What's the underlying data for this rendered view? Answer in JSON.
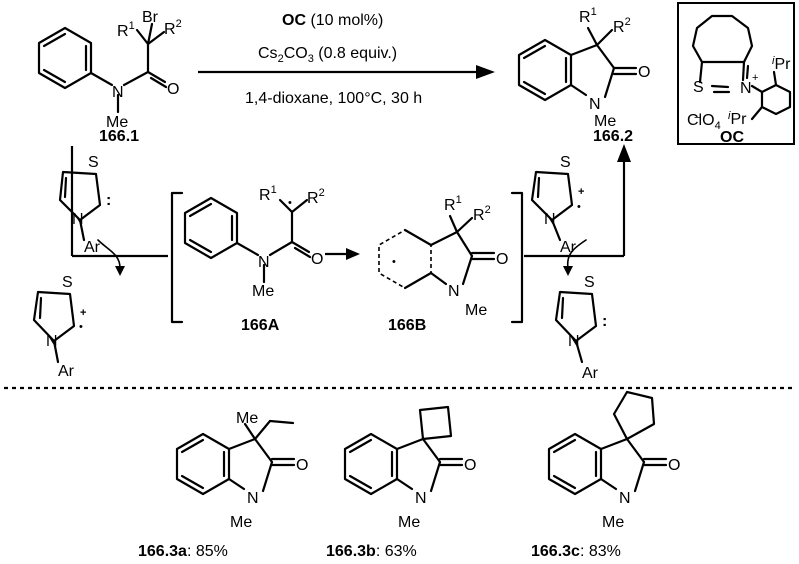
{
  "reaction": {
    "catalyst_name": "OC",
    "catalyst_loading": " (10 mol%)",
    "base_pre": "Cs",
    "base_sub": "2",
    "base_mid": "CO",
    "base_sub2": "3",
    "base_post": " (0.8 equiv.)",
    "conditions": "1,4-dioxane, 100°C, 30 h",
    "substrate_label": "166.1",
    "product_label": "166.2"
  },
  "atoms": {
    "br": "Br",
    "r": "R",
    "sup1": "1",
    "sup2": "2",
    "n": "N",
    "o": "O",
    "s": "S",
    "me": "Me",
    "ar": "Ar",
    "ipr_i": "i",
    "ipr": "Pr",
    "clo4": "ClO",
    "clo4_sub": "4",
    "plus": "+",
    "minus": "−",
    "dot": "•",
    "colon": ":"
  },
  "catalyst_box_label": "OC",
  "intermediates": {
    "a": "166A",
    "b": "166B"
  },
  "products": [
    {
      "id": "166.3a",
      "yield": ": 85%"
    },
    {
      "id": "166.3b",
      "yield": ": 63%"
    },
    {
      "id": "166.3c",
      "yield": ": 83%"
    }
  ]
}
